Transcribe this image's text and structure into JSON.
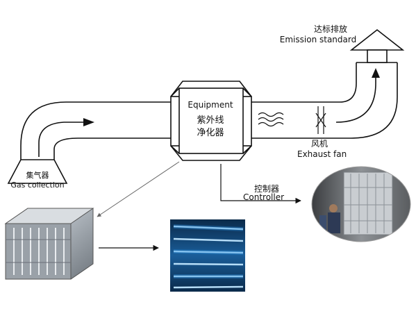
{
  "labels": {
    "emission_cn": "达标排放",
    "emission_en": "Emission standard",
    "equipment_en": "Equipment",
    "equipment_cn_line1": "紫外线",
    "equipment_cn_line2": "净化器",
    "fan_cn": "风机",
    "fan_en": "Exhaust fan",
    "gas_cn": "集气器",
    "gas_en": "Gas collection",
    "controller_cn": "控制器",
    "controller_en": "Controller"
  },
  "photos": {
    "unit_photo": "stainless-steel-uv-purifier-unit",
    "uv_lamps_photo": "blue-uv-lamp-array",
    "site_photo": "installed-system-with-worker"
  },
  "colors": {
    "line": "#111111",
    "uv_blue": "#2a8fe0",
    "steel": "#b8bec4"
  }
}
